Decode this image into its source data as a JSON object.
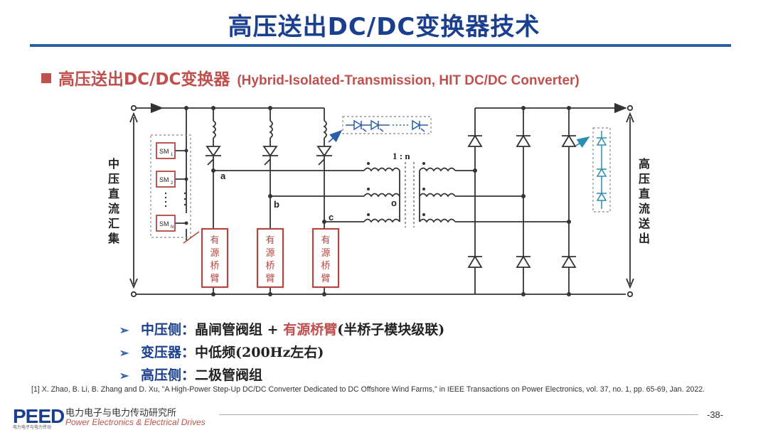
{
  "title": "高压送出DC/DC变换器技术",
  "subtitle": {
    "cn": "高压送出DC/DC变换器",
    "en": "(Hybrid-Isolated-Transmission, HIT DC/DC Converter)"
  },
  "diagram": {
    "left_label": [
      "中",
      "压",
      "直",
      "流",
      "汇",
      "集"
    ],
    "right_label": [
      "高",
      "压",
      "直",
      "流",
      "送",
      "出"
    ],
    "modules": {
      "sm1": "SM",
      "sm1_sub": "1",
      "sm2": "SM",
      "sm2_sub": "2",
      "smn": "SM",
      "smn_sub": "N"
    },
    "bridge_arm": [
      "有",
      "源",
      "桥",
      "臂"
    ],
    "nodes": {
      "a": "a",
      "b": "b",
      "c": "c",
      "o": "o"
    },
    "ratio": "1 : n",
    "colors": {
      "wire": "#333333",
      "arm_box": "#b5453f",
      "dashed": "#888888",
      "thyristor_blue": "#2a5ea8",
      "diode_blue": "#2a8fb0"
    }
  },
  "bullets": [
    {
      "label": "中压侧",
      "parts": [
        {
          "text": "晶闸管阀组 + ",
          "style": "normal"
        },
        {
          "text": "有源桥臂",
          "style": "red"
        },
        {
          "text": "(半桥子模块级联)",
          "style": "normal"
        }
      ]
    },
    {
      "label": "变压器",
      "parts": [
        {
          "text": "中低频(200Hz左右)",
          "style": "normal"
        }
      ]
    },
    {
      "label": "高压侧",
      "parts": [
        {
          "text": "二极管阀组",
          "style": "normal"
        }
      ]
    }
  ],
  "reference": "[1] X. Zhao, B. Li, B. Zhang and D. Xu, \"A High-Power Step-Up DC/DC Converter Dedicated to DC Offshore Wind Farms,\" in IEEE Transactions on Power Electronics, vol. 37, no. 1, pp. 65-69, Jan. 2022.",
  "footer": {
    "logo": "PEED",
    "logo_sub": "电力电子与电力传动",
    "lab_cn": "电力电子与电力传动研究所",
    "lab_en": "Power Electronics & Electrical Drives",
    "page": "-38-"
  }
}
